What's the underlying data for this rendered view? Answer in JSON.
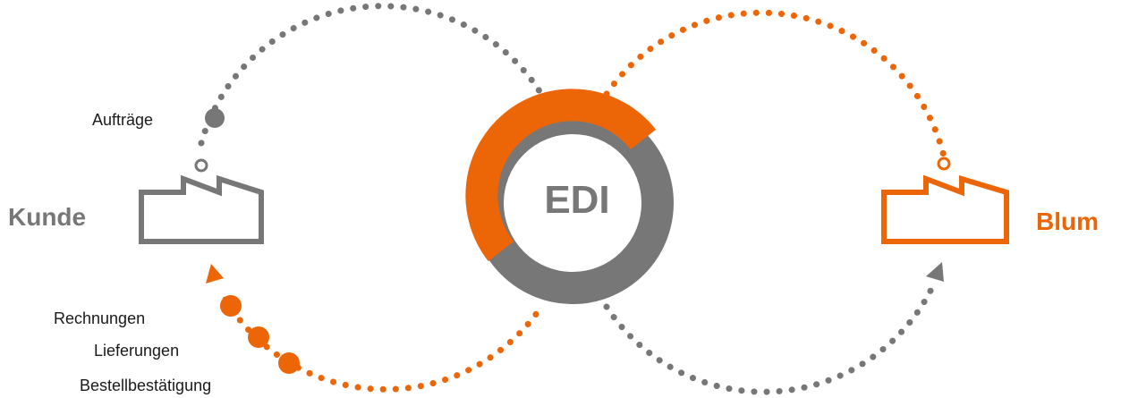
{
  "hub": {
    "label": "EDI"
  },
  "parties": {
    "customer": "Kunde",
    "supplier": "Blum"
  },
  "flows": {
    "incoming": [
      "Aufträge"
    ],
    "outgoing": [
      "Rechnungen",
      "Lieferungen",
      "Bestellbestätigung"
    ]
  },
  "colors": {
    "orange": "#ec6608",
    "gray": "#777777",
    "text": "#1a1a1a"
  }
}
